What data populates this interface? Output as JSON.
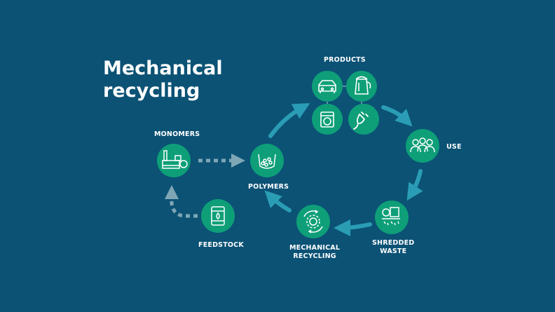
{
  "title": {
    "line1": "Mechanical",
    "line2": "recycling"
  },
  "colors": {
    "background": "#0b5275",
    "node": "#0e9f78",
    "arrow": "#2a9db5",
    "dotted": "#7fa6b5",
    "icon": "#ffffff"
  },
  "nodes": {
    "products": {
      "label": "PRODUCTS",
      "icons": [
        "car-icon",
        "kettle-icon",
        "washing-machine-icon",
        "plug-icon"
      ]
    },
    "use": {
      "label": "USE",
      "icon": "people-icon"
    },
    "shredded_waste": {
      "label_line1": "SHREDDED",
      "label_line2": "WASTE",
      "icon": "shredded-waste-icon"
    },
    "mechanical_recycling": {
      "label_line1": "MECHANICAL",
      "label_line2": "RECYCLING",
      "icon": "gear-cycle-icon"
    },
    "polymers": {
      "label": "POLYMERS",
      "icon": "pellets-bowl-icon"
    },
    "monomers": {
      "label": "MONOMERS",
      "icon": "factory-icon"
    },
    "feedstock": {
      "label": "FEEDSTOCK",
      "icon": "barrel-icon"
    }
  }
}
